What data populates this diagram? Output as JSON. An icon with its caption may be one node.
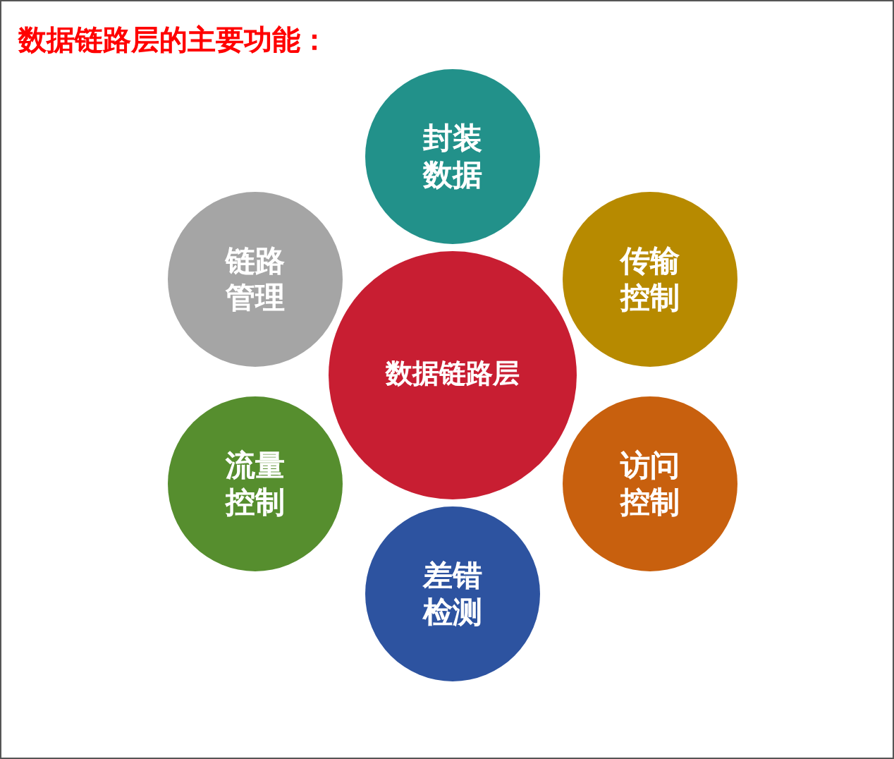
{
  "diagram": {
    "title": "数据链路层的主要功能：",
    "nodes": [
      {
        "text": [
          "数据链路层"
        ]
      },
      {
        "text": [
          "封装数据"
        ]
      },
      {
        "text": [
          "传输控制"
        ]
      },
      {
        "text": [
          "访问控制"
        ]
      },
      {
        "text": [
          "差错检测"
        ]
      },
      {
        "text": [
          "流量控制"
        ]
      },
      {
        "text": [
          "链路管理"
        ]
      }
    ]
  }
}
